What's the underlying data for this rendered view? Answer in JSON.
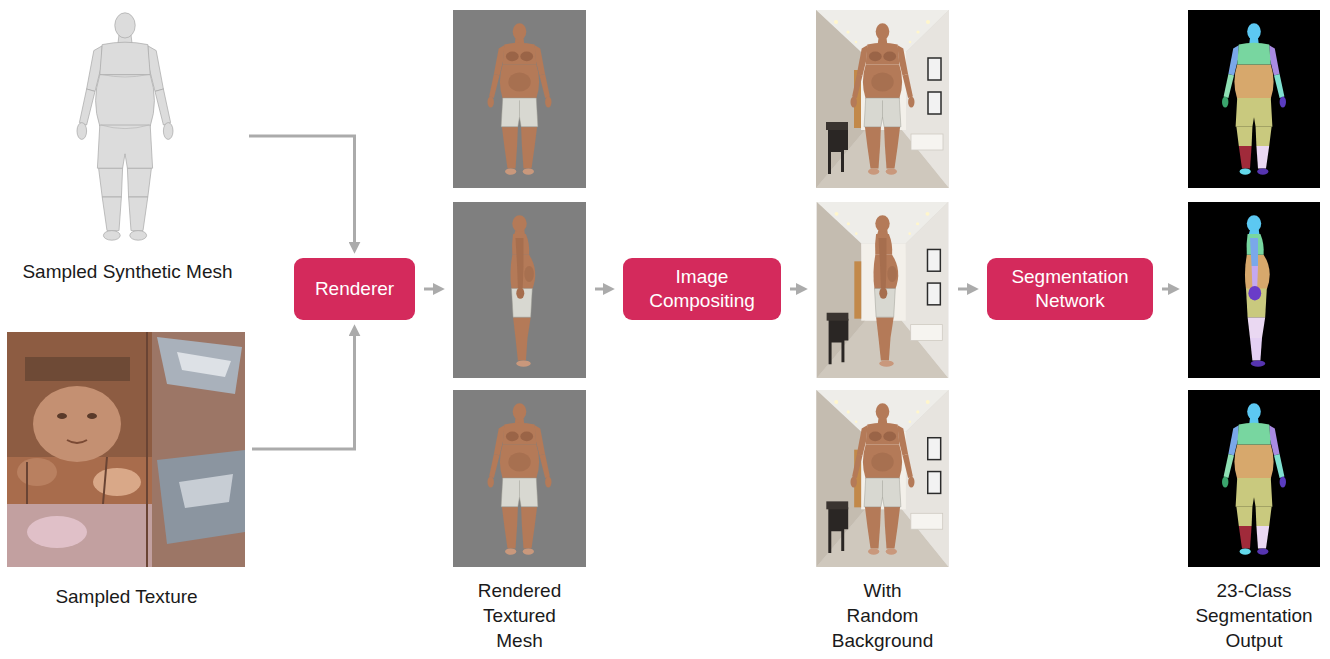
{
  "diagram": {
    "nodes": [
      {
        "text": [
          "Sampled Synthetic Mesh"
        ]
      },
      {
        "text": [
          "Sampled Texture"
        ]
      },
      {
        "text": [
          "Renderer"
        ]
      },
      {
        "text": [
          "Rendered Textured Mesh"
        ]
      },
      {
        "text": [
          "Image Compositing"
        ]
      },
      {
        "text": [
          "With Random Background"
        ]
      },
      {
        "text": [
          "Segmentation Network"
        ]
      },
      {
        "text": [
          "23-Class Segmentation Output"
        ]
      }
    ],
    "edges": [
      {
        "from": 0,
        "to": 2,
        "arrow": "to"
      },
      {
        "from": 1,
        "to": 2,
        "arrow": "to"
      },
      {
        "from": 2,
        "to": 3,
        "arrow": "to"
      },
      {
        "from": 3,
        "to": 4,
        "arrow": "to"
      },
      {
        "from": 4,
        "to": 5,
        "arrow": "to"
      },
      {
        "from": 5,
        "to": 6,
        "arrow": "to"
      },
      {
        "from": 6,
        "to": 7,
        "arrow": "to"
      }
    ]
  }
}
